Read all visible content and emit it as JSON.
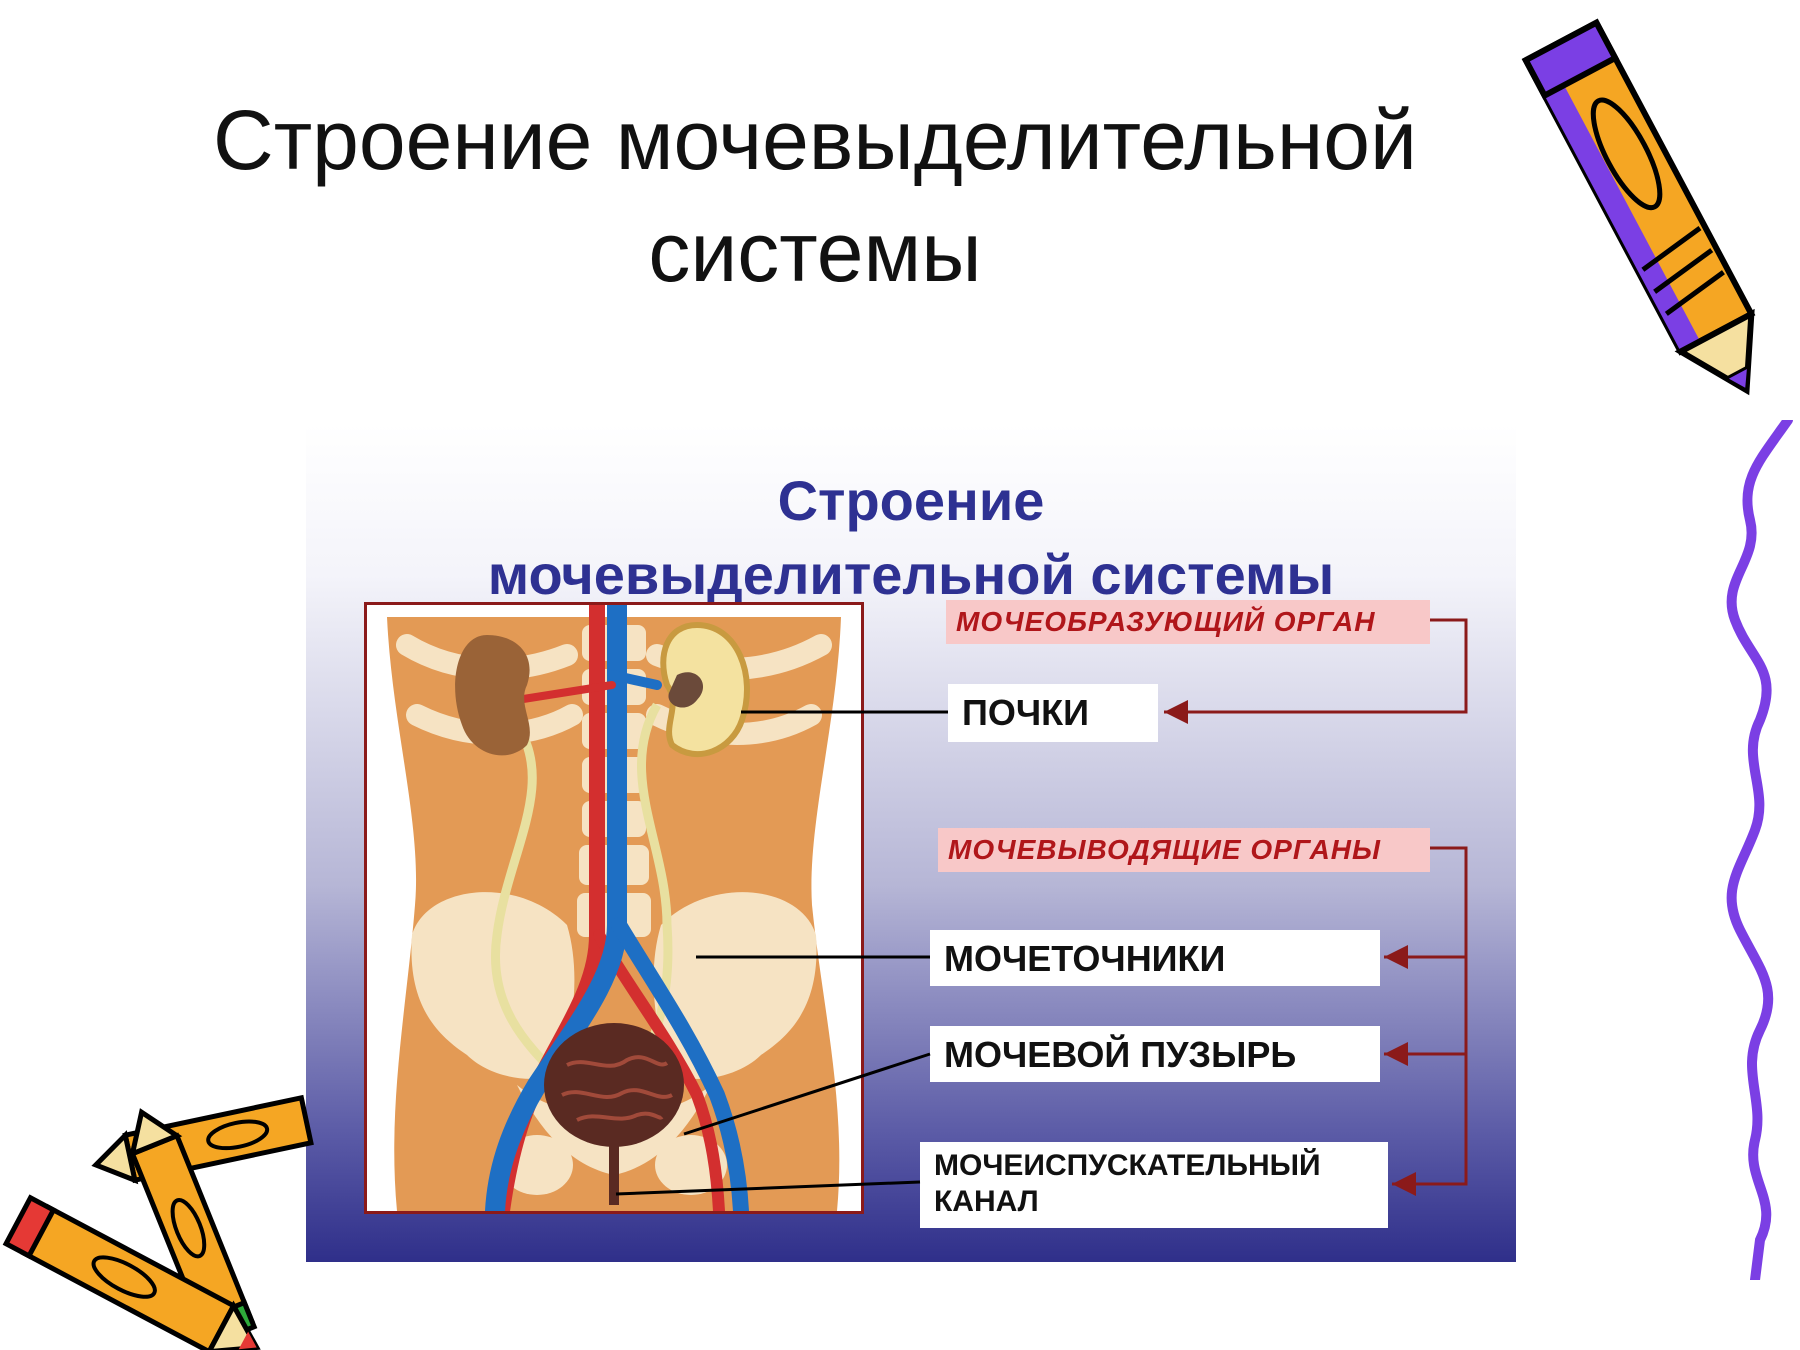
{
  "slide": {
    "title_line1": "Строение мочевыделительной",
    "title_line2": "системы"
  },
  "panel": {
    "title_line1": "Строение",
    "title_line2": "мочевыделительной системы"
  },
  "categories": {
    "forming": "МОЧЕОБРАЗУЮЩИЙ ОРГАН",
    "excreting": "МОЧЕВЫВОДЯЩИЕ  ОРГАНЫ"
  },
  "labels": {
    "kidneys": "ПОЧКИ",
    "ureters": "МОЧЕТОЧНИКИ",
    "bladder": "МОЧЕВОЙ ПУЗЫРЬ",
    "urethra_line1": "МОЧЕИСПУСКАТЕЛЬНЫЙ",
    "urethra_line2": "КАНАЛ"
  },
  "colors": {
    "title_blue": "#2e3192",
    "category_red": "#b0161a",
    "category_bg": "#f8c8c8",
    "connector": "#8b1a1a",
    "aorta_red": "#d32f2f",
    "vena_blue": "#1e6fc4",
    "skin": "#e39a55",
    "bone": "#f6e3c3"
  },
  "icons": [
    "pencil-icon-top-right",
    "pencil-icon-bottom-left",
    "pencil-icon-bottom-left-2",
    "squiggle-line-icon"
  ]
}
